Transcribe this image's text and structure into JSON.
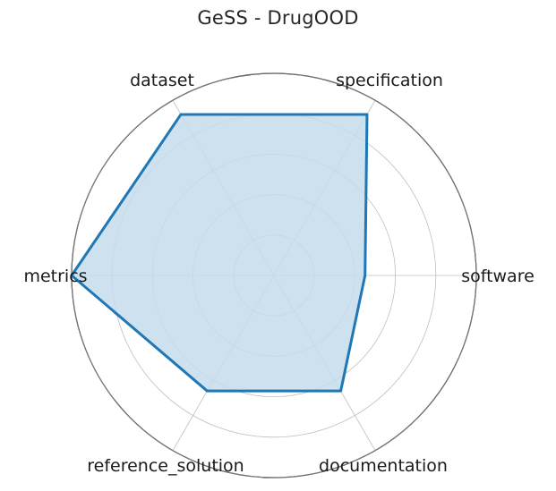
{
  "chart_data": {
    "type": "radar",
    "title": "GeSS - DrugOOD",
    "categories": [
      "specification",
      "dataset",
      "metrics",
      "reference_solution",
      "documentation",
      "software"
    ],
    "values": [
      0.92,
      0.92,
      1.0,
      0.66,
      0.66,
      0.45
    ],
    "rmax": 1.0,
    "grid_levels": [
      0.2,
      0.4,
      0.6,
      0.8,
      1.0
    ],
    "grid": true,
    "legend": "none",
    "xlabel": "",
    "ylabel": "",
    "colors": {
      "line": "#1f77b4",
      "fill": "#c6dcec",
      "outer_ring": "#1a1a1a",
      "grid": "#b0a8a0",
      "text": "#1a1a1a",
      "background": "#ffffff"
    }
  },
  "labels": {
    "specification": "specification",
    "dataset": "dataset",
    "metrics": "metrics",
    "reference_solution": "reference_solution",
    "documentation": "documentation",
    "software": "software"
  }
}
